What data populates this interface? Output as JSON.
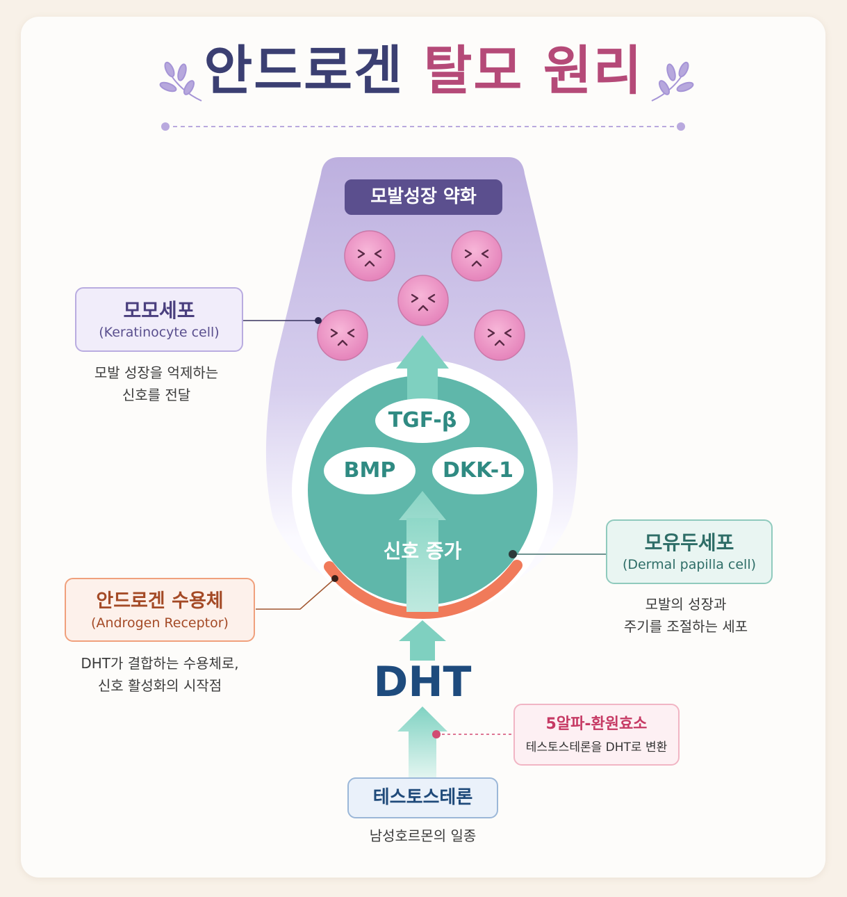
{
  "title": {
    "part1": "안드로겐",
    "part2": "탈모 원리"
  },
  "top_banner": "모발성장 약화",
  "inner_signals": [
    "TGF-β",
    "BMP",
    "DKK-1"
  ],
  "signal_increase": "신호 증가",
  "dht": "DHT",
  "keratinocyte": {
    "name_ko": "모모세포",
    "name_en": "(Keratinocyte cell)",
    "desc": [
      "모발 성장을 억제하는",
      "신호를 전달"
    ]
  },
  "dermal_papilla": {
    "name_ko": "모유두세포",
    "name_en": "(Dermal papilla cell)",
    "desc": [
      "모발의 성장과",
      "주기를 조절하는 세포"
    ]
  },
  "androgen_receptor": {
    "name_ko": "안드로겐 수용체",
    "name_en": "(Androgen Receptor)",
    "desc": [
      "DHT가 결합하는 수용체로,",
      "신호 활성화의 시작점"
    ]
  },
  "enzyme": {
    "name": "5알파-환원효소",
    "desc": "테스토스테론을 DHT로 변환"
  },
  "testosterone": {
    "name": "테스토스테론",
    "desc": "남성호르몬의 일종"
  },
  "colors": {
    "navy": "#3b3f72",
    "rose": "#b54a78",
    "teal": "#5bb5a8",
    "lavender": "#c4b8e2",
    "orange": "#f07a5a",
    "pink_cell": "#ec95c7"
  },
  "icons": [
    "leaf-sprig-icon",
    "sad-face-icon",
    "arrow-up-icon"
  ]
}
